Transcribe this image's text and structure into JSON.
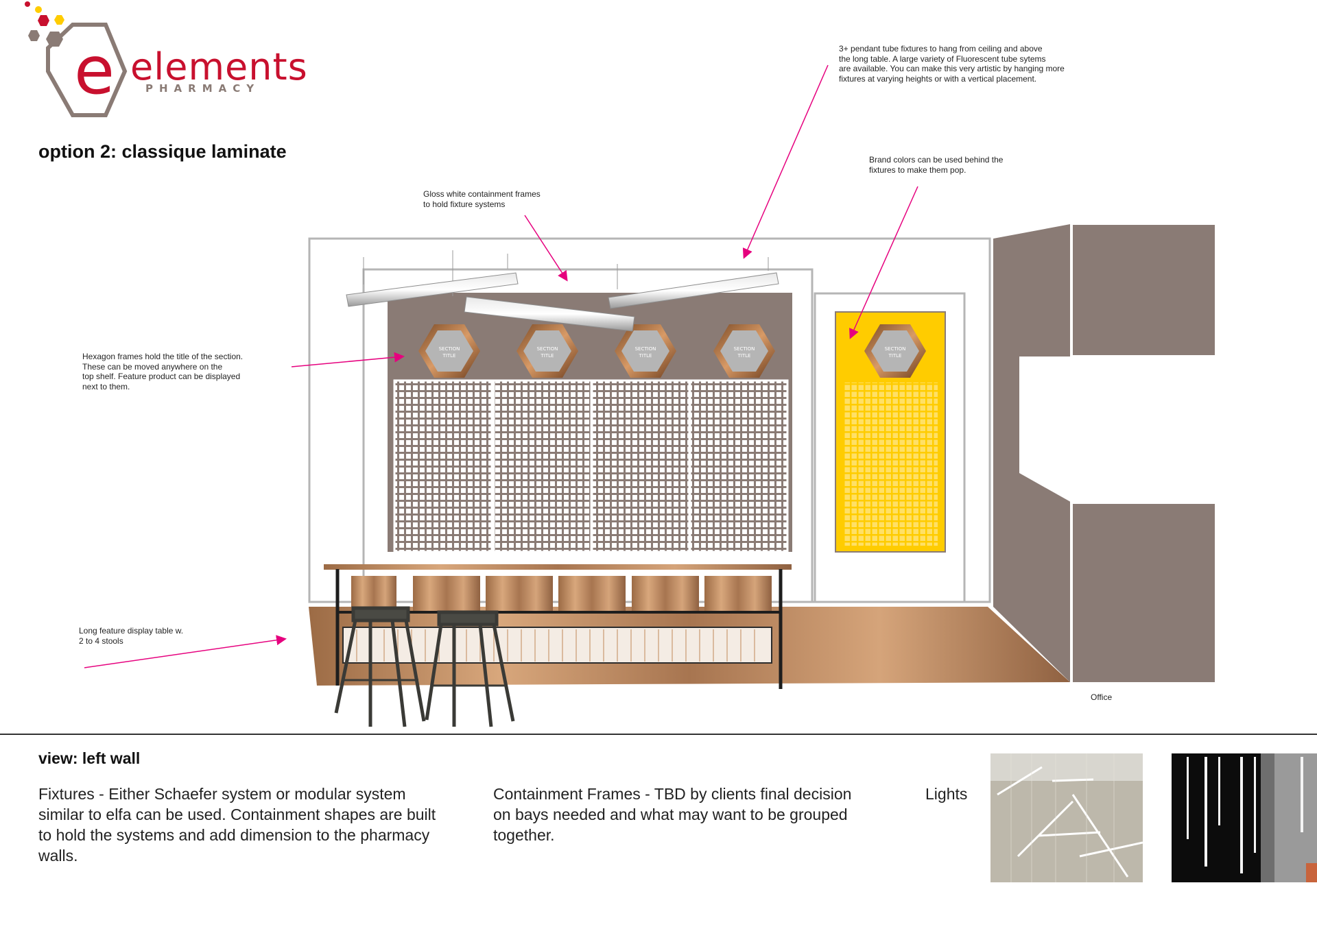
{
  "brand": {
    "name": "elements",
    "subtitle": "PHARMACY",
    "letter": "e",
    "colors": {
      "red": "#c8102e",
      "taupe": "#8a7b75",
      "yellow": "#ffcc00",
      "orange": "#f5a623"
    }
  },
  "page_title": "option 2: classique laminate",
  "annotations": {
    "pendant": "3+ pendant tube fixtures to hang from ceiling and above\n the long table. A large variety of Fluorescent tube sytems\nare available. You can make this very artistic by hanging more\nfixtures at varying heights or with a vertical placement.",
    "brand_colors": "Brand colors can be used behind the\nfixtures to make them pop.",
    "containment": "Gloss white containment frames\nto hold fixture systems",
    "hexagon": "Hexagon frames hold the title of the section.\nThese can be moved anywhere on the\ntop shelf. Feature product can be displayed\nnext to them.",
    "table": "Long feature display table w.\n2 to 4 stools",
    "office": "Office",
    "arrow_color": "#e6007e"
  },
  "section_title_label": [
    "SECTION",
    "TITLE"
  ],
  "view_title": "view: left wall",
  "descriptions": {
    "fixtures": "Fixtures - Either Schaefer system or modular system similar to elfa can be used. Containment shapes are built to hold the systems and add dimension to the pharmacy walls.",
    "containment": "Containment Frames - TBD by clients final decision on bays needed and what may want to be grouped together.",
    "lights_label": "Lights"
  },
  "palette": {
    "wall": "#8a7b75",
    "copper": "#b98b62",
    "frame": "#b5b5b5",
    "accent_yellow": "#ffcc00"
  }
}
